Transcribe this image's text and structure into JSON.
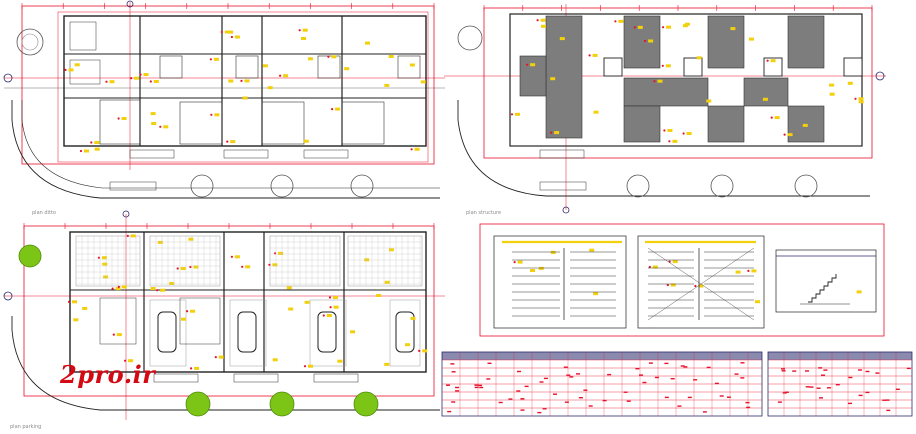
{
  "plans": {
    "p1_caption": "plan ditto",
    "p2_caption": "plan structure",
    "p3_caption": "plan parking"
  },
  "watermark": "2pro.ir",
  "colors": {
    "wall": "#222222",
    "dim": "#e8102a",
    "tag": "#f2d00c",
    "hatch": "#7d7d7d",
    "tree": "#7cc516",
    "table_head": "#2a2a6e",
    "table_grid": "#e8102a"
  }
}
